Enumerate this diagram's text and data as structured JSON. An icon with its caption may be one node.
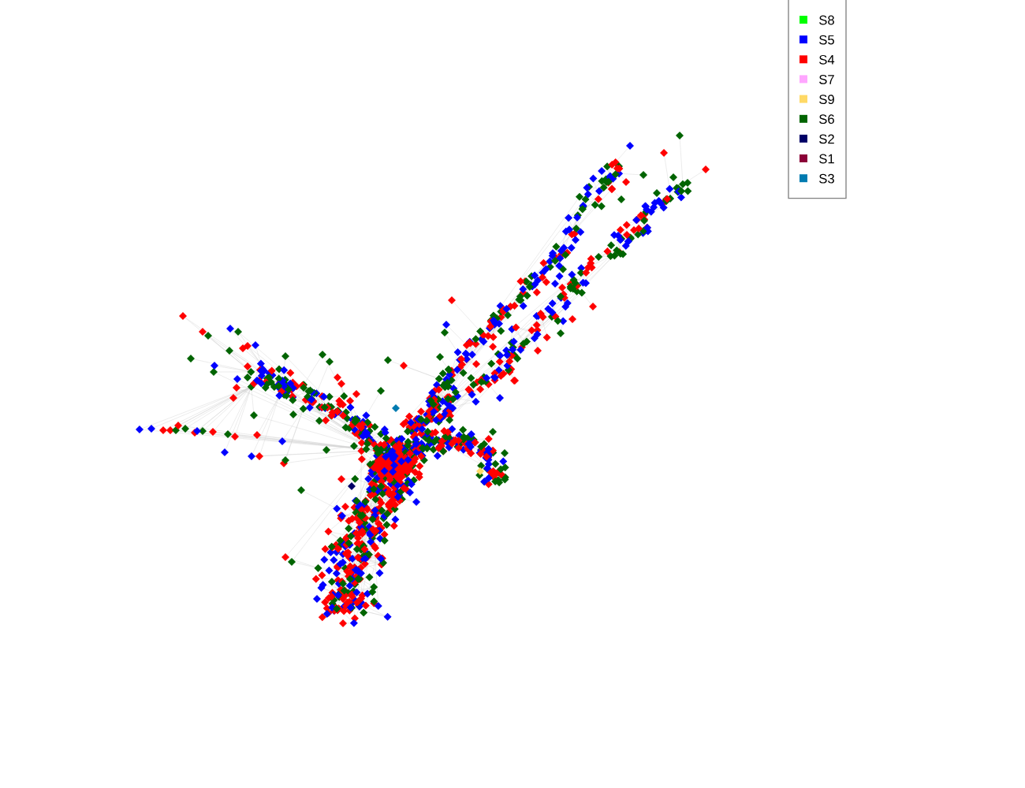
{
  "diagram": {
    "legend": [
      {
        "text": "S8",
        "color": "#00ff00"
      },
      {
        "text": "S5",
        "color": "#0000ff"
      },
      {
        "text": "S4",
        "color": "#ff0000"
      },
      {
        "text": "S7",
        "color": "#ffa6ff"
      },
      {
        "text": "S9",
        "color": "#ffd966"
      },
      {
        "text": "S6",
        "color": "#006400"
      },
      {
        "text": "S2",
        "color": "#000066"
      },
      {
        "text": "S1",
        "color": "#8b0038"
      },
      {
        "text": "S3",
        "color": "#007bb0"
      }
    ]
  }
}
